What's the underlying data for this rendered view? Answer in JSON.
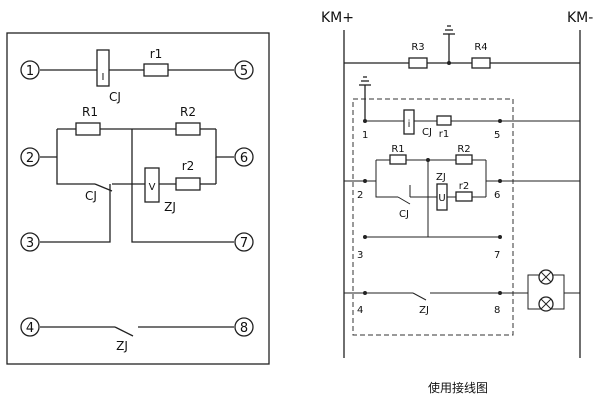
{
  "left": {
    "terminals": [
      "1",
      "2",
      "3",
      "4",
      "5",
      "6",
      "7",
      "8"
    ],
    "labels": {
      "I": "I",
      "CJ_top": "CJ",
      "r1": "r1",
      "R1": "R1",
      "R2": "R2",
      "CJ_contact": "CJ",
      "V": "V",
      "ZJ_coil": "ZJ",
      "r2": "r2",
      "ZJ_contact": "ZJ"
    }
  },
  "right": {
    "rails": {
      "plus": "KM+",
      "minus": "KM-"
    },
    "R3": "R3",
    "R4": "R4",
    "terminals": [
      "1",
      "2",
      "3",
      "4",
      "5",
      "6",
      "7",
      "8"
    ],
    "labels": {
      "i": "i",
      "CJ_top": "CJ",
      "r1": "r1",
      "R1": "R1",
      "R2": "R2",
      "ZJ_coil": "ZJ",
      "U": "U",
      "r2": "r2",
      "CJ_contact": "CJ",
      "ZJ_contact": "ZJ"
    }
  },
  "caption": "使用接线图"
}
